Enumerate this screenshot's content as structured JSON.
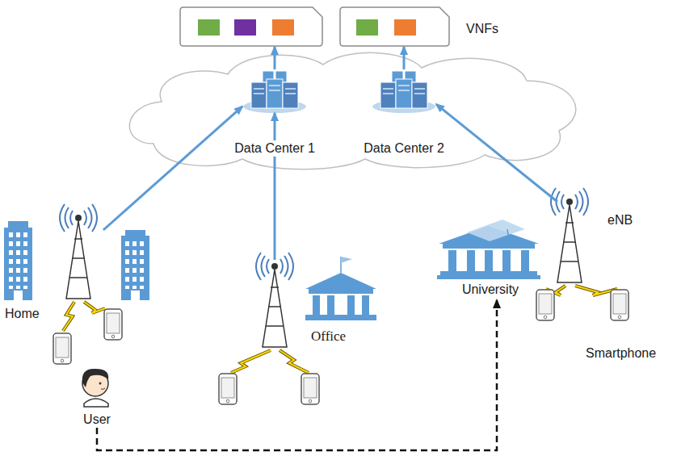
{
  "diagram": {
    "nodes": [
      {
        "text": []
      },
      {
        "text": [
          "VNFs"
        ]
      },
      {
        "text": [
          "Data Center 1"
        ]
      },
      {
        "text": [
          "Data Center 2"
        ]
      },
      {
        "text": [
          "Home"
        ]
      },
      {
        "text": [
          "Office"
        ]
      },
      {
        "text": [
          "University"
        ]
      },
      {
        "text": [
          "eNB"
        ]
      },
      {
        "text": [
          "User"
        ]
      }
    ],
    "edges": [
      {
        "from": 2,
        "to": 0,
        "arrow": "to"
      },
      {
        "from": 3,
        "to": 1,
        "arrow": "to"
      },
      {
        "from": 4,
        "to": 2,
        "arrow": "to"
      },
      {
        "from": 5,
        "to": 2,
        "arrow": "to"
      },
      {
        "from": 7,
        "to": 3,
        "arrow": "to"
      },
      {
        "from": 8,
        "to": 6,
        "arrow": "to"
      }
    ],
    "labels": [
      "Smartphone"
    ]
  }
}
